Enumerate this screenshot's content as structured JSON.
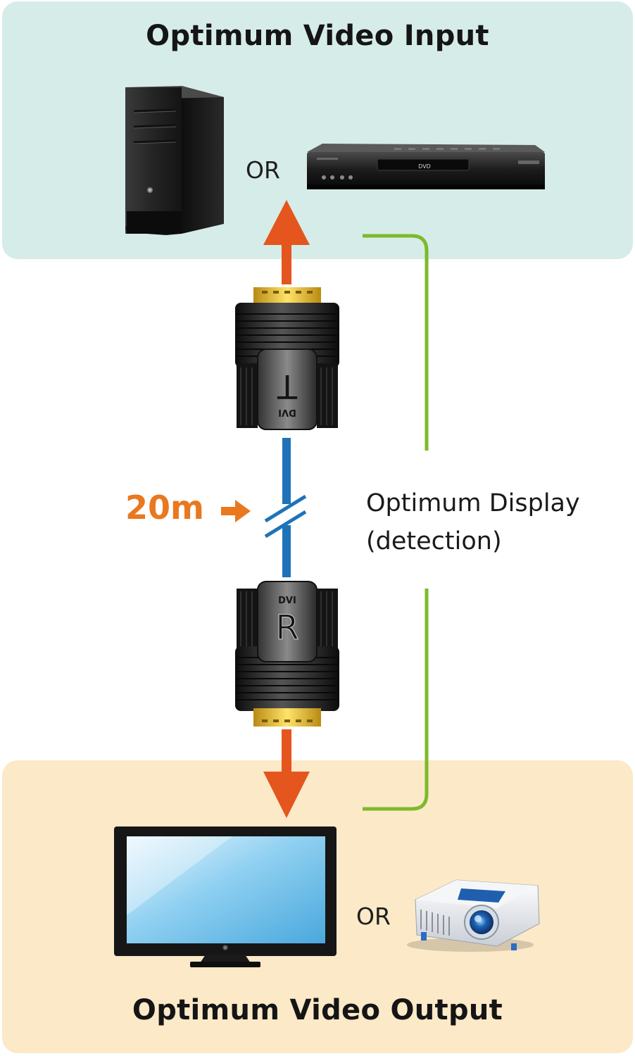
{
  "input_section": {
    "title": "Optimum Video Input",
    "or_label": "OR",
    "devices": [
      "pc-tower",
      "dvd-player"
    ],
    "background": "#d6ece9"
  },
  "output_section": {
    "title": "Optimum Video Output",
    "or_label": "OR",
    "devices": [
      "lcd-monitor",
      "projector"
    ],
    "background": "#fbe9c8"
  },
  "cable": {
    "length_label": "20m",
    "transmitter_letter": "T",
    "receiver_letter": "R",
    "connector_brand": "DVI",
    "cable_color": "#1e73b8",
    "arrow_color": "#e4561e",
    "length_color": "#e9781f"
  },
  "detection": {
    "line1": "Optimum Display",
    "line2": "(detection)",
    "bracket_color": "#7dba2a"
  },
  "dvd_badge": "DVD"
}
